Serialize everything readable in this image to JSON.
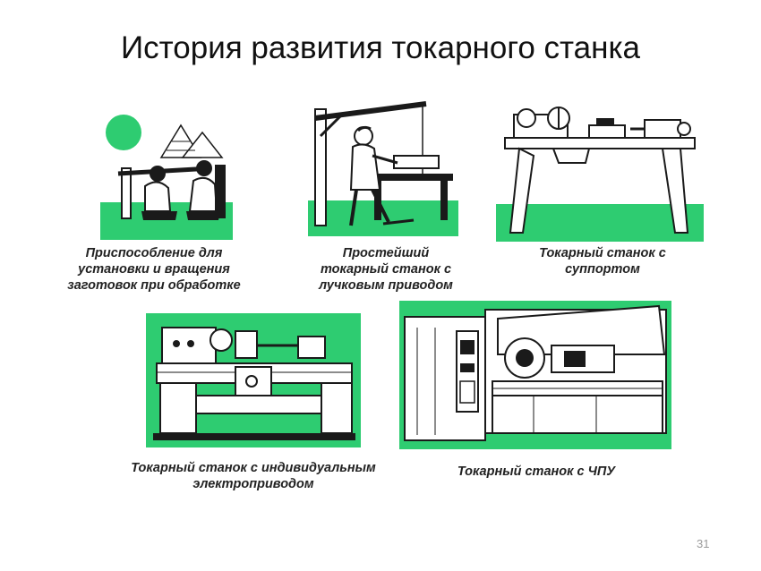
{
  "slide": {
    "title": "История развития токарного станка",
    "page_number": "31"
  },
  "colors": {
    "ground": "#2ecc71",
    "line": "#1a1a1a",
    "background": "#ffffff"
  },
  "figures": [
    {
      "icon": "primitive-lathe-illustration",
      "caption": "Приспособление для установки и вращения заготовок при обработке"
    },
    {
      "icon": "bow-lathe-illustration",
      "caption": "Простейший токарный станок с лучковым приводом"
    },
    {
      "icon": "support-lathe-illustration",
      "caption": "Токарный станок с суппортом"
    },
    {
      "icon": "electric-lathe-illustration",
      "caption": "Токарный станок с индивидуальным электроприводом"
    },
    {
      "icon": "cnc-lathe-illustration",
      "caption": "Токарный станок с ЧПУ"
    }
  ]
}
